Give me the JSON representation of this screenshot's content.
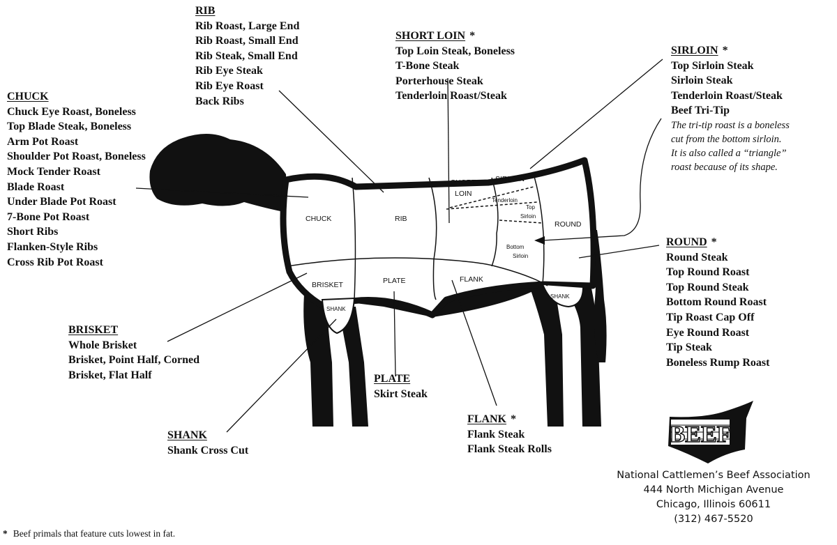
{
  "primals": {
    "rib": {
      "title": "RIB",
      "cuts": [
        "Rib Roast, Large End",
        "Rib Roast, Small End",
        "Rib Steak, Small End",
        "Rib Eye Steak",
        "Rib Eye Roast",
        "Back Ribs"
      ]
    },
    "short_loin": {
      "title": "SHORT LOIN",
      "star": "*",
      "cuts": [
        "Top Loin Steak, Boneless",
        "T-Bone Steak",
        "Porterhouse Steak",
        "Tenderloin Roast/Steak"
      ]
    },
    "sirloin": {
      "title": "SIRLOIN",
      "star": "*",
      "cuts": [
        "Top Sirloin Steak",
        "Sirloin Steak",
        "Tenderloin Roast/Steak",
        "Beef Tri-Tip"
      ],
      "note": [
        "The tri-tip roast is a boneless",
        "cut from the bottom sirloin.",
        "It is also called a “triangle”",
        "roast because of its shape."
      ]
    },
    "chuck": {
      "title": "CHUCK",
      "cuts": [
        "Chuck Eye Roast, Boneless",
        "Top Blade Steak, Boneless",
        "Arm Pot Roast",
        "Shoulder Pot Roast, Boneless",
        "Mock Tender Roast",
        "Blade Roast",
        "Under Blade Pot Roast",
        "7-Bone Pot Roast",
        "Short Ribs",
        "Flanken-Style Ribs",
        "Cross Rib Pot Roast"
      ]
    },
    "round": {
      "title": "ROUND",
      "star": "*",
      "cuts": [
        "Round Steak",
        "Top Round Roast",
        "Top Round Steak",
        "Bottom Round Roast",
        "Tip Roast Cap Off",
        "Eye Round Roast",
        "Tip Steak",
        "Boneless Rump Roast"
      ]
    },
    "brisket": {
      "title": "BRISKET",
      "cuts": [
        "Whole Brisket",
        "Brisket, Point Half, Corned",
        "Brisket, Flat Half"
      ]
    },
    "plate": {
      "title": "PLATE",
      "cuts": [
        "Skirt Steak"
      ]
    },
    "flank": {
      "title": "FLANK",
      "star": "*",
      "cuts": [
        "Flank Steak",
        "Flank Steak Rolls"
      ]
    },
    "shank": {
      "title": "SHANK",
      "cuts": [
        "Shank Cross Cut"
      ]
    }
  },
  "cow_labels": {
    "chuck": "CHUCK",
    "rib": "RIB",
    "short": "SHORT",
    "loin": "LOIN",
    "sirloin": "SIRLOIN",
    "tenderloin": "Tenderloin",
    "top": "Top",
    "top_sirloin": "Sirloin",
    "round": "ROUND",
    "bottom": "Bottom",
    "bottom_sirloin": "Sirloin",
    "brisket": "BRISKET",
    "plate": "PLATE",
    "flank": "FLANK",
    "shank_front": "SHANK",
    "shank_rear": "SHANK"
  },
  "logo": {
    "text": "BEEF"
  },
  "organization": {
    "name": "National Cattlemen’s Beef Association",
    "street": "444 North Michigan Avenue",
    "city": "Chicago, Illinois 60611",
    "phone": "(312) 467-5520"
  },
  "footnote": {
    "star": "*",
    "text": "Beef primals that feature cuts lowest in fat."
  },
  "colors": {
    "ink": "#111111",
    "background": "#ffffff"
  }
}
